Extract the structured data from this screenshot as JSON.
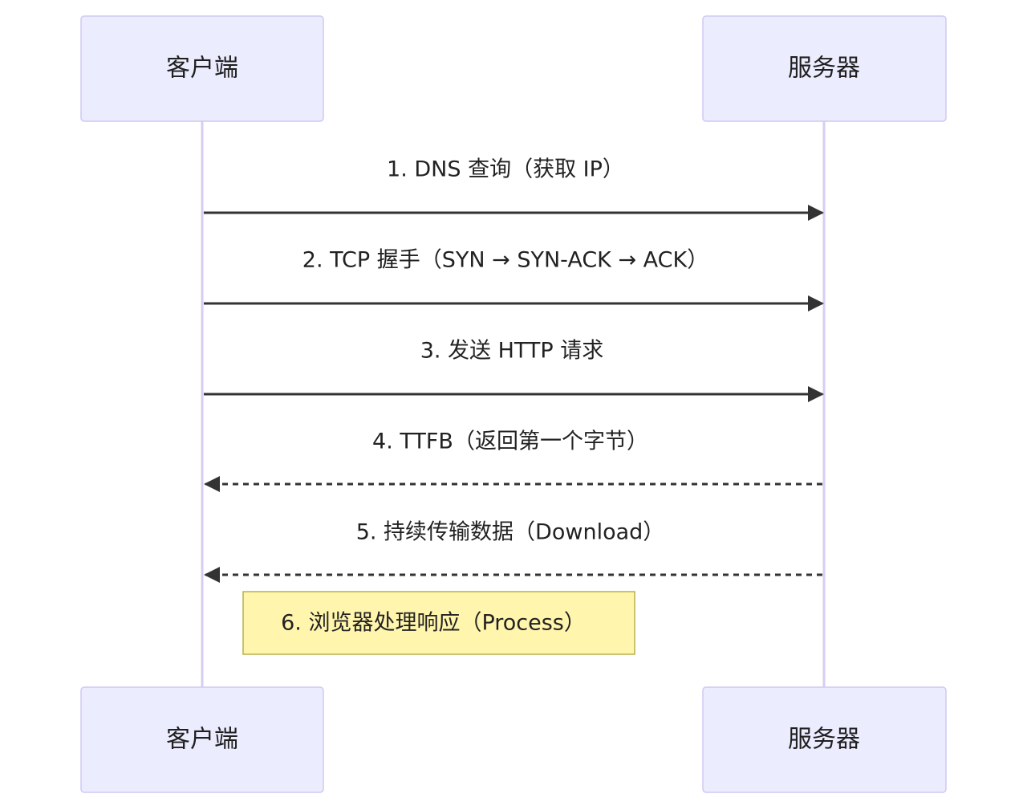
{
  "participants": {
    "client": "客户端",
    "server": "服务器"
  },
  "messages": [
    {
      "label": "1. DNS 查询（获取 IP）",
      "from": "client",
      "to": "server",
      "style": "solid"
    },
    {
      "label": "2. TCP 握手（SYN → SYN-ACK → ACK）",
      "from": "client",
      "to": "server",
      "style": "solid"
    },
    {
      "label": "3. 发送 HTTP 请求",
      "from": "client",
      "to": "server",
      "style": "solid"
    },
    {
      "label": "4. TTFB（返回第一个字节）",
      "from": "server",
      "to": "client",
      "style": "dashed"
    },
    {
      "label": "5. 持续传输数据（Download）",
      "from": "server",
      "to": "client",
      "style": "dashed"
    }
  ],
  "note": {
    "label": "6. 浏览器处理响应（Process）"
  },
  "colors": {
    "actor_fill": "#ececff",
    "actor_border": "#cfc9f3",
    "lifeline": "#d7cdf3",
    "arrow": "#333333",
    "note_fill": "#fff5ad",
    "note_border": "#b8b04a"
  }
}
